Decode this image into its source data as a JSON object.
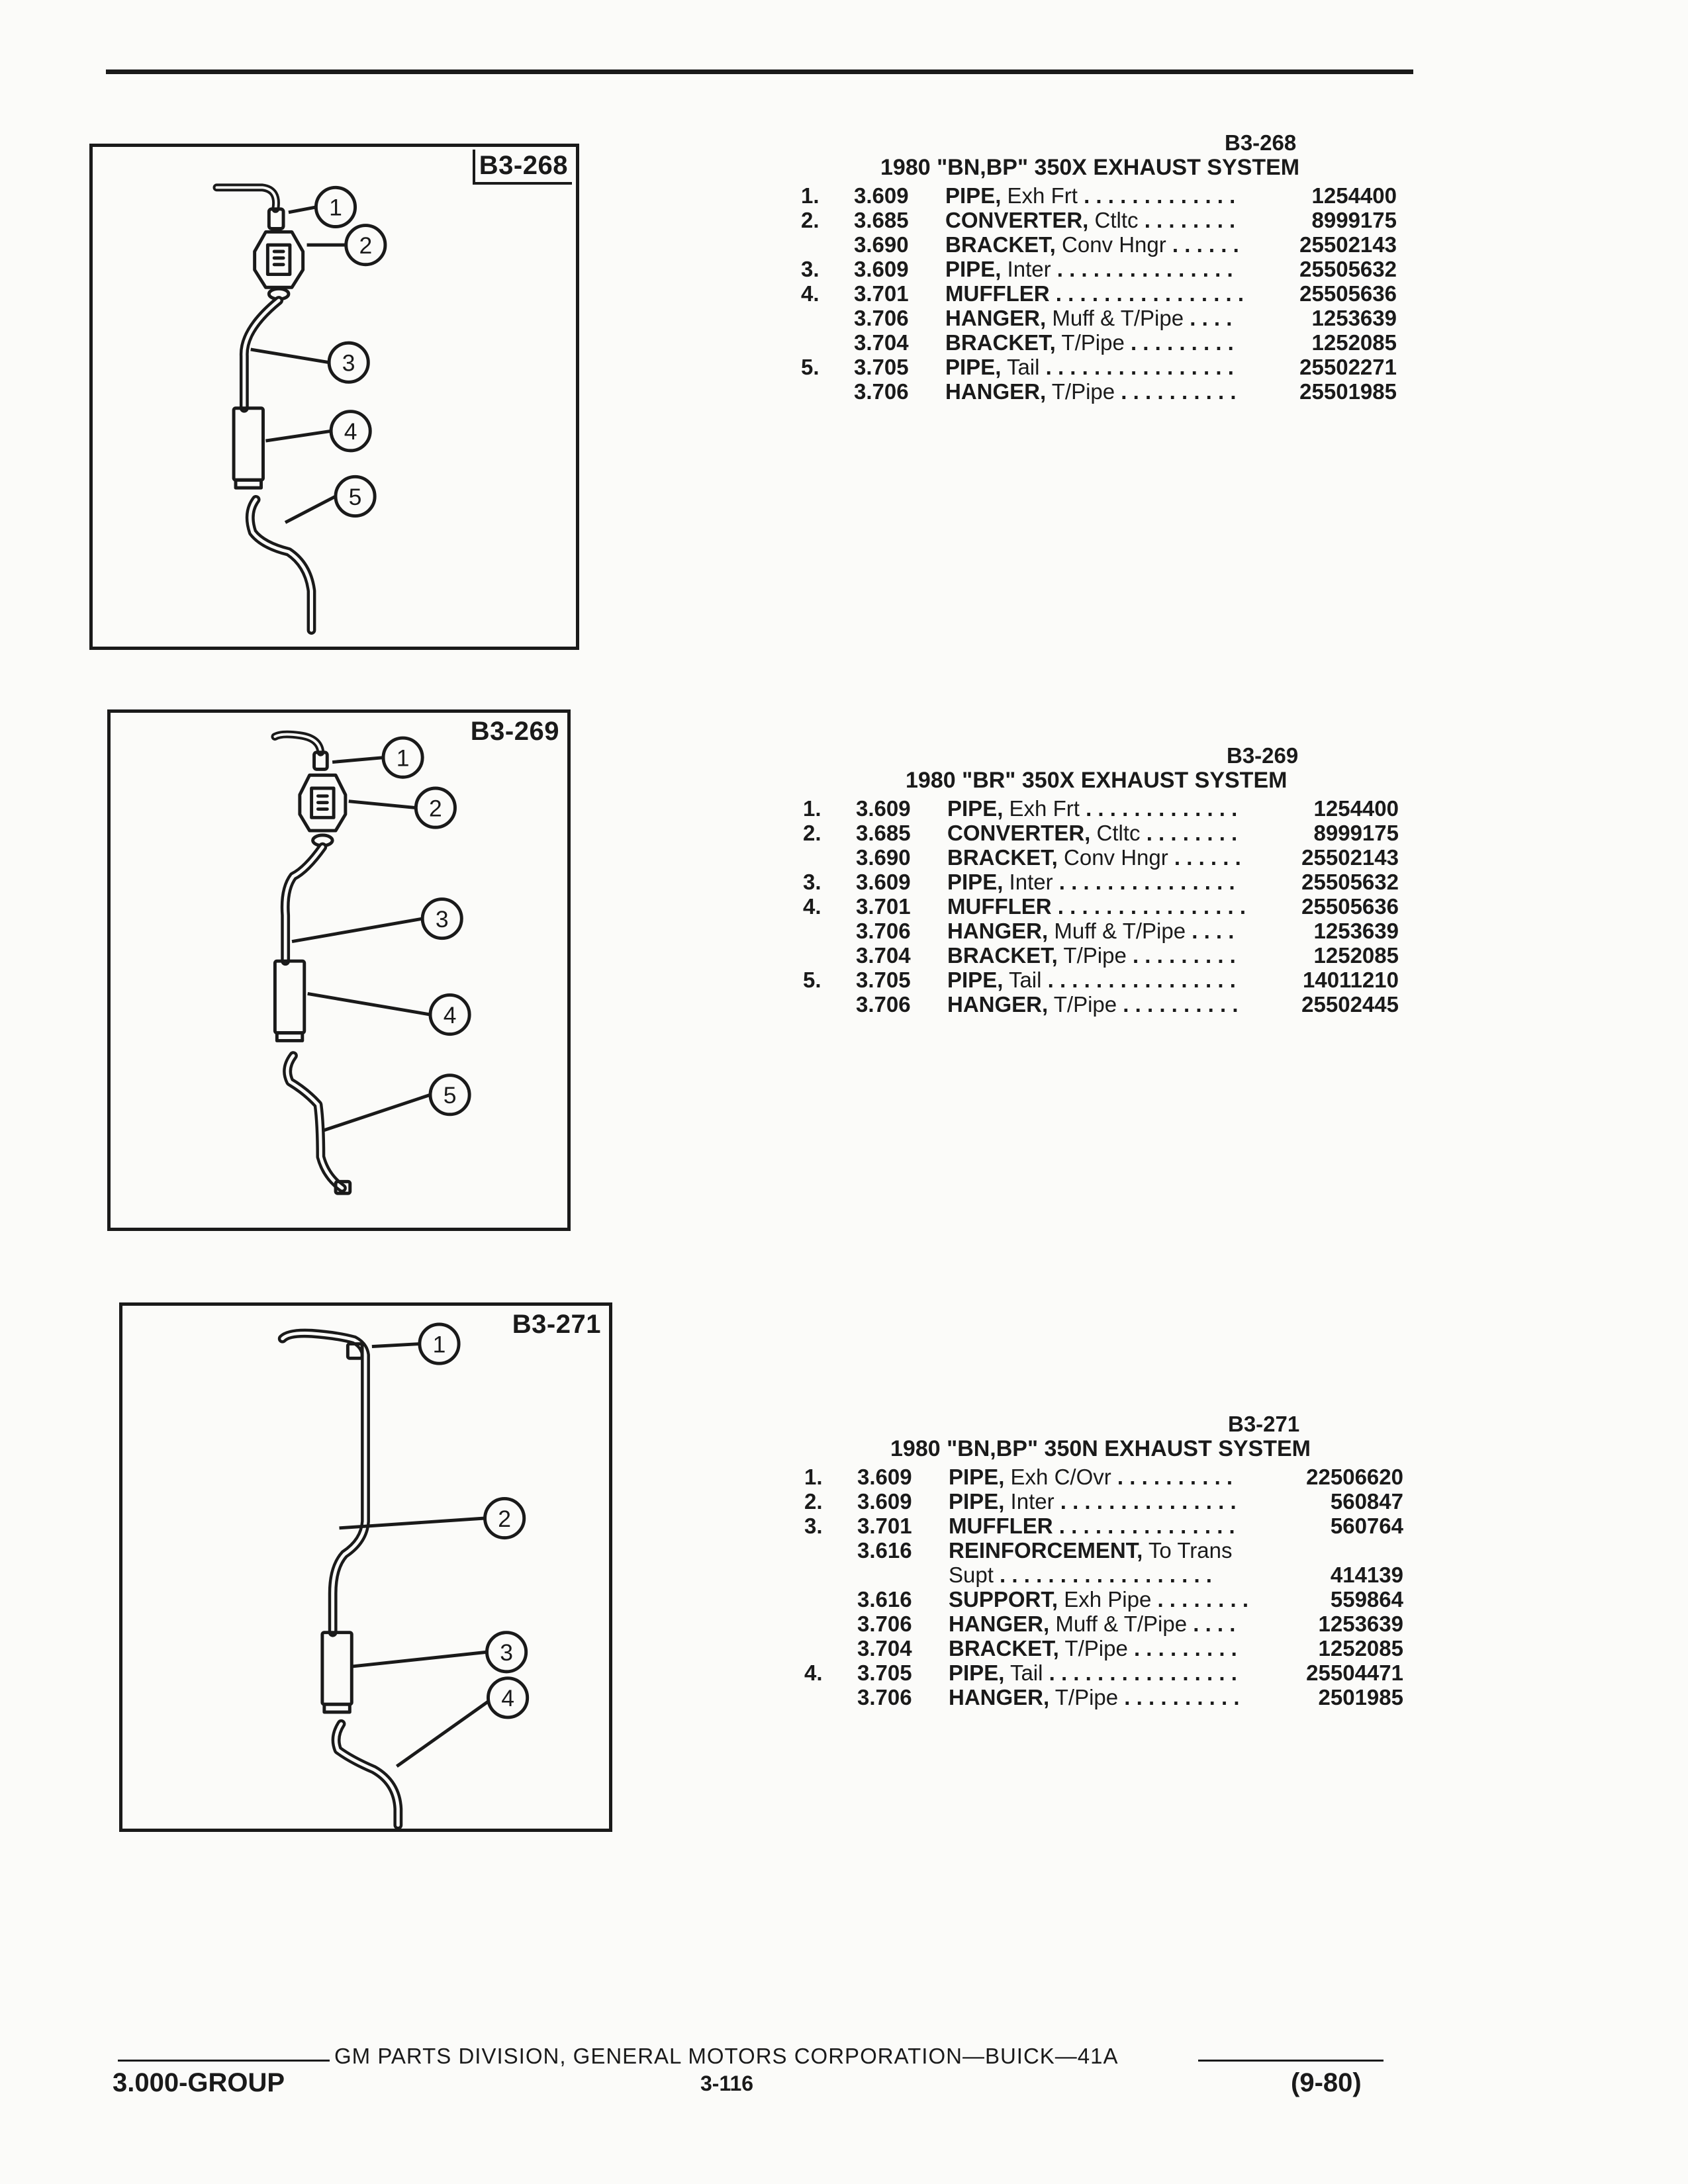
{
  "sections": [
    {
      "figure_tag": "B3-268",
      "ref": "B3-268",
      "heading": "1980 \"BN,BP\" 350X EXHAUST SYSTEM",
      "callouts": [
        "1",
        "2",
        "3",
        "4",
        "5"
      ],
      "rows": [
        {
          "num": "1.",
          "code": "3.609",
          "name": "PIPE,",
          "qual": " Exh Frt",
          "pn": "1254400"
        },
        {
          "num": "2.",
          "code": "3.685",
          "name": "CONVERTER,",
          "qual": " Ctltc",
          "pn": "8999175"
        },
        {
          "num": "",
          "code": "3.690",
          "name": "BRACKET,",
          "qual": " Conv Hngr",
          "pn": "25502143"
        },
        {
          "num": "3.",
          "code": "3.609",
          "name": "PIPE,",
          "qual": " Inter",
          "pn": "25505632"
        },
        {
          "num": "4.",
          "code": "3.701",
          "name": "MUFFLER",
          "qual": "",
          "pn": "25505636"
        },
        {
          "num": "",
          "code": "3.706",
          "name": "HANGER,",
          "qual": " Muff & T/Pipe",
          "pn": "1253639"
        },
        {
          "num": "",
          "code": "3.704",
          "name": "BRACKET,",
          "qual": " T/Pipe",
          "pn": "1252085"
        },
        {
          "num": "5.",
          "code": "3.705",
          "name": "PIPE,",
          "qual": " Tail",
          "pn": "25502271"
        },
        {
          "num": "",
          "code": "3.706",
          "name": "HANGER,",
          "qual": " T/Pipe",
          "pn": "25501985"
        }
      ]
    },
    {
      "figure_tag": "B3-269",
      "ref": "B3-269",
      "heading": "1980 \"BR\" 350X EXHAUST SYSTEM",
      "callouts": [
        "1",
        "2",
        "3",
        "4",
        "5"
      ],
      "rows": [
        {
          "num": "1.",
          "code": "3.609",
          "name": "PIPE,",
          "qual": " Exh Frt",
          "pn": "1254400"
        },
        {
          "num": "2.",
          "code": "3.685",
          "name": "CONVERTER,",
          "qual": " Ctltc",
          "pn": "8999175"
        },
        {
          "num": "",
          "code": "3.690",
          "name": "BRACKET,",
          "qual": " Conv Hngr",
          "pn": "25502143"
        },
        {
          "num": "3.",
          "code": "3.609",
          "name": "PIPE,",
          "qual": " Inter",
          "pn": "25505632"
        },
        {
          "num": "4.",
          "code": "3.701",
          "name": "MUFFLER",
          "qual": "",
          "pn": "25505636"
        },
        {
          "num": "",
          "code": "3.706",
          "name": "HANGER,",
          "qual": " Muff & T/Pipe",
          "pn": "1253639"
        },
        {
          "num": "",
          "code": "3.704",
          "name": "BRACKET,",
          "qual": " T/Pipe",
          "pn": "1252085"
        },
        {
          "num": "5.",
          "code": "3.705",
          "name": "PIPE,",
          "qual": " Tail",
          "pn": "14011210"
        },
        {
          "num": "",
          "code": "3.706",
          "name": "HANGER,",
          "qual": " T/Pipe",
          "pn": "25502445"
        }
      ]
    },
    {
      "figure_tag": "B3-271",
      "ref": "B3-271",
      "heading": "1980 \"BN,BP\" 350N EXHAUST SYSTEM",
      "callouts": [
        "1",
        "2",
        "3",
        "4"
      ],
      "rows": [
        {
          "num": "1.",
          "code": "3.609",
          "name": "PIPE,",
          "qual": " Exh C/Ovr",
          "pn": "22506620"
        },
        {
          "num": "2.",
          "code": "3.609",
          "name": "PIPE,",
          "qual": " Inter",
          "pn": "560847"
        },
        {
          "num": "3.",
          "code": "3.701",
          "name": "MUFFLER",
          "qual": "",
          "pn": "560764"
        },
        {
          "num": "",
          "code": "3.616",
          "name": "REINFORCEMENT,",
          "qual": " To Trans",
          "pn": ""
        },
        {
          "num": "",
          "code": "",
          "name": "",
          "qual": "Supt",
          "pn": "414139"
        },
        {
          "num": "",
          "code": "3.616",
          "name": "SUPPORT,",
          "qual": " Exh Pipe",
          "pn": "559864"
        },
        {
          "num": "",
          "code": "3.706",
          "name": "HANGER,",
          "qual": " Muff & T/Pipe",
          "pn": "1253639"
        },
        {
          "num": "",
          "code": "3.704",
          "name": "BRACKET,",
          "qual": " T/Pipe",
          "pn": "1252085"
        },
        {
          "num": "4.",
          "code": "3.705",
          "name": "PIPE,",
          "qual": " Tail",
          "pn": "25504471"
        },
        {
          "num": "",
          "code": "3.706",
          "name": "HANGER,",
          "qual": " T/Pipe",
          "pn": "2501985"
        }
      ]
    }
  ],
  "footer": {
    "center": "GM PARTS DIVISION, GENERAL MOTORS CORPORATION—BUICK—41A",
    "group": "3.000-GROUP",
    "page": "3-116",
    "date": "(9-80)"
  }
}
